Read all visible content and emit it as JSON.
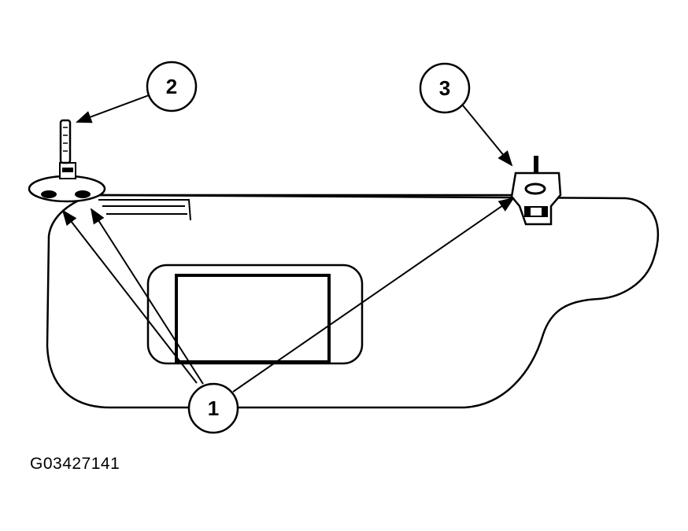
{
  "diagram": {
    "figure_id": "G03427141",
    "callouts": [
      {
        "number": "1"
      },
      {
        "number": "2"
      },
      {
        "number": "3"
      }
    ]
  }
}
